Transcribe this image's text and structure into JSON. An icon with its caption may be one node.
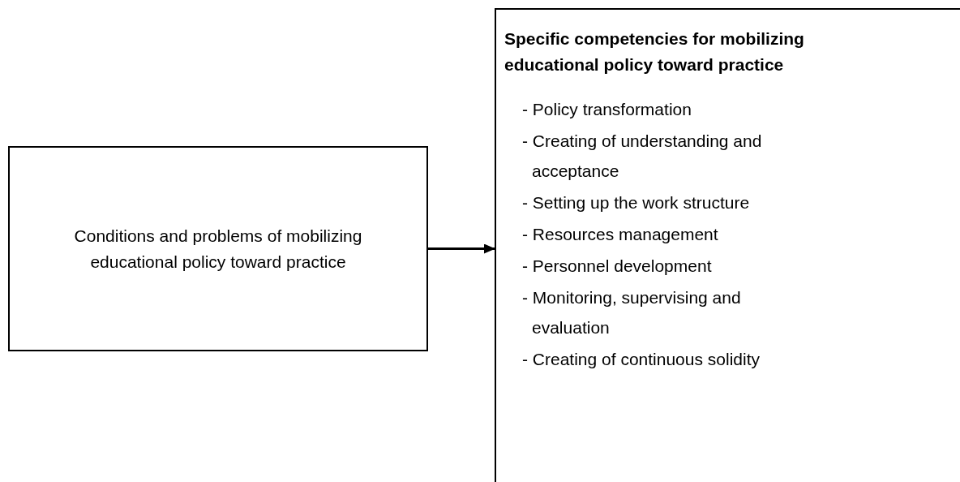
{
  "diagram": {
    "nodes": [
      {
        "text": [
          "Conditions and problems of mobilizing educational policy toward practice"
        ]
      },
      {
        "text": [
          "Specific competencies for mobilizing educational policy toward practice",
          "- Policy transformation",
          "- Creating of understanding and acceptance",
          "- Setting up the work structure",
          "- Resources management",
          "- Personnel development",
          "- Monitoring, supervising and evaluation",
          "- Creating of continuous solidity"
        ]
      }
    ],
    "edges": [
      {
        "from": 0,
        "to": 1,
        "arrow": "to"
      }
    ]
  }
}
